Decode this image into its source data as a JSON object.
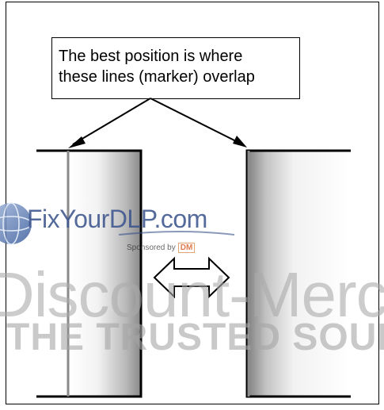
{
  "callout": {
    "line1": "The best position is where",
    "line2": "these lines (marker) overlap"
  },
  "watermark": {
    "site": "FixYourDLP.com",
    "sponsor": "Sponsored by",
    "sponsor_logo": "DM",
    "brand": "Discount-Merc",
    "tagline": "THE TRUSTED SOURCE F"
  },
  "icons": {
    "double_arrow": "double-headed-arrow-icon",
    "globe": "globe-icon"
  }
}
